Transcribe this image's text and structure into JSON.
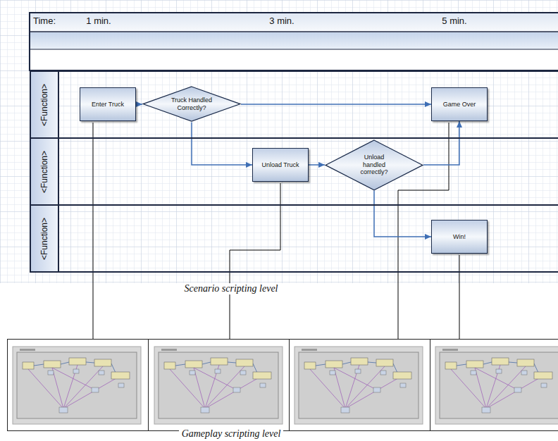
{
  "diagram": {
    "nodes": [
      {
        "text": [
          "<Function>"
        ]
      },
      {
        "text": [
          "Enter Truck"
        ],
        "in": 0
      },
      {
        "text": [
          "Truck Handled Correctly?"
        ],
        "in": 0
      },
      {
        "text": [
          "Game Over"
        ],
        "in": 0
      },
      {
        "text": [
          "<Function>"
        ]
      },
      {
        "text": [
          "Unload Truck"
        ],
        "in": 4
      },
      {
        "text": [
          "Unload handled correctly?"
        ],
        "in": 4
      },
      {
        "text": [
          "<Function>"
        ]
      },
      {
        "text": [
          "Win!"
        ],
        "in": 7
      }
    ],
    "edges": [
      {
        "from": 1,
        "to": 2,
        "arrow": "to"
      },
      {
        "from": 2,
        "to": 3,
        "arrow": "to"
      },
      {
        "from": 2,
        "to": 5,
        "arrow": "to"
      },
      {
        "from": 5,
        "to": 6,
        "arrow": "to"
      },
      {
        "from": 6,
        "to": 3,
        "arrow": "to"
      },
      {
        "from": 6,
        "to": 8,
        "arrow": "to"
      }
    ],
    "labels": [
      "Time:",
      "1 min.",
      "3 min.",
      "5 min.",
      "Scenario scripting level",
      "Gameplay scripting level"
    ]
  }
}
